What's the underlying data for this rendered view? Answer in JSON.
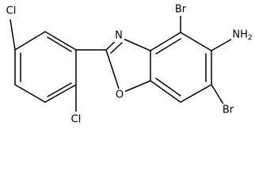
{
  "molecule": {
    "atoms": {
      "cl_top": "Cl",
      "cl_bottom": "Cl",
      "br_top": "Br",
      "br_bottom": "Br",
      "n_ring": "N",
      "o_ring": "O",
      "amine": "NH2"
    },
    "colors": {
      "bond": "#000000",
      "label": "#000000",
      "background": "#ffffff"
    }
  }
}
